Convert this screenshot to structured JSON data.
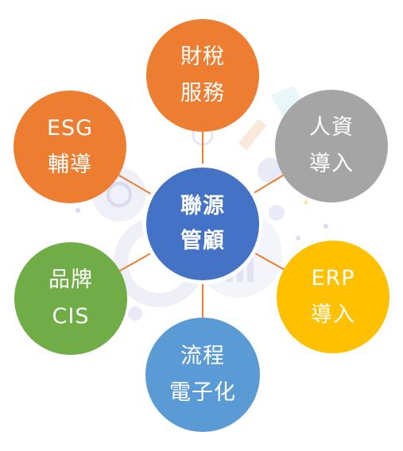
{
  "center": {
    "line1": "聯源",
    "line2": "管顧",
    "color": "#4472C4"
  },
  "nodes": [
    {
      "id": "finance-tax",
      "line1": "財稅",
      "line2": "服務",
      "color": "#ED7D31"
    },
    {
      "id": "hr",
      "line1": "人資",
      "line2": "導入",
      "color": "#A5A5A5"
    },
    {
      "id": "erp",
      "line1": "ERP",
      "line2": "導入",
      "color": "#FFC000"
    },
    {
      "id": "process",
      "line1": "流程",
      "line2": "電子化",
      "color": "#5B9BD5"
    },
    {
      "id": "brand-cis",
      "line1": "品牌",
      "line2": "CIS",
      "color": "#70AD47"
    },
    {
      "id": "esg",
      "line1": "ESG",
      "line2": "輔導",
      "color": "#ED7D31"
    }
  ],
  "connector_color": "#ED7D31"
}
